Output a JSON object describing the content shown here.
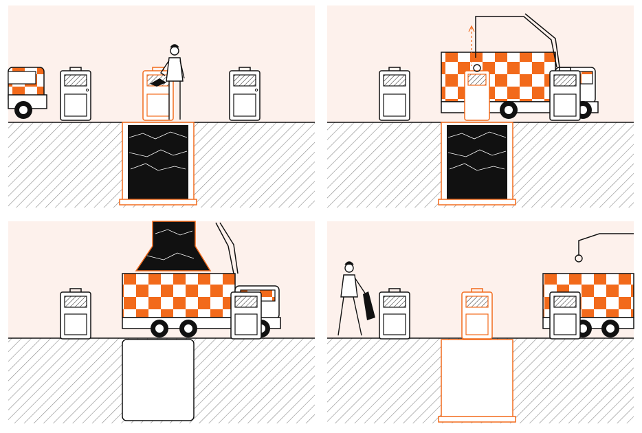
{
  "diagram": {
    "description_visible_text": "",
    "colors": {
      "sky": "#fdf1ec",
      "ground": "#ffffff",
      "hatch": "#8a8a8a",
      "line": "#111111",
      "accent": "#f26a1b",
      "waste": "#111111"
    },
    "panels": [
      {
        "id": "panel-1",
        "step": 1,
        "scene": "person-deposits-waste"
      },
      {
        "id": "panel-2",
        "step": 2,
        "scene": "crane-lifts-container"
      },
      {
        "id": "panel-3",
        "step": 3,
        "scene": "container-emptied-into-truck"
      },
      {
        "id": "panel-4",
        "step": 4,
        "scene": "container-returned"
      }
    ]
  }
}
